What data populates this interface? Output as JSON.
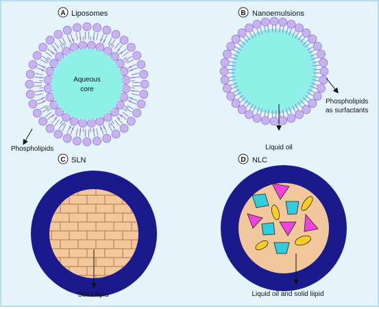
{
  "panels": {
    "a": {
      "badge": "A",
      "title": "Liposomes",
      "core_label_line1": "Aqueous",
      "core_label_line2": "core",
      "pointer_label": "Phospholipids"
    },
    "b": {
      "badge": "B",
      "title": "Nanoemulsions",
      "pointer_label_line1": "Phospholipids",
      "pointer_label_line2": "as surfactants",
      "core_pointer_label": "Liquid oil"
    },
    "c": {
      "badge": "C",
      "title": "SLN",
      "pointer_label": "Solid liipid"
    },
    "d": {
      "badge": "D",
      "title": "NLC",
      "pointer_label": "Liquid oil and solid liipid"
    }
  },
  "colors": {
    "background": "#e5f3fa",
    "border": "#b9dced",
    "phospholipid_head": "#c9b2f0",
    "phospholipid_tail": "#8c79d6",
    "aqueous_core": "#8ef0e6",
    "shell_dark_blue": "#1a1a8c",
    "solid_lipid": "#f2c79c",
    "brick_line": "#b0763e",
    "liquid_oil_drop": "#ffcc22",
    "triangle_magenta": "#ee44dd",
    "quad_cyan": "#33ccdd"
  }
}
